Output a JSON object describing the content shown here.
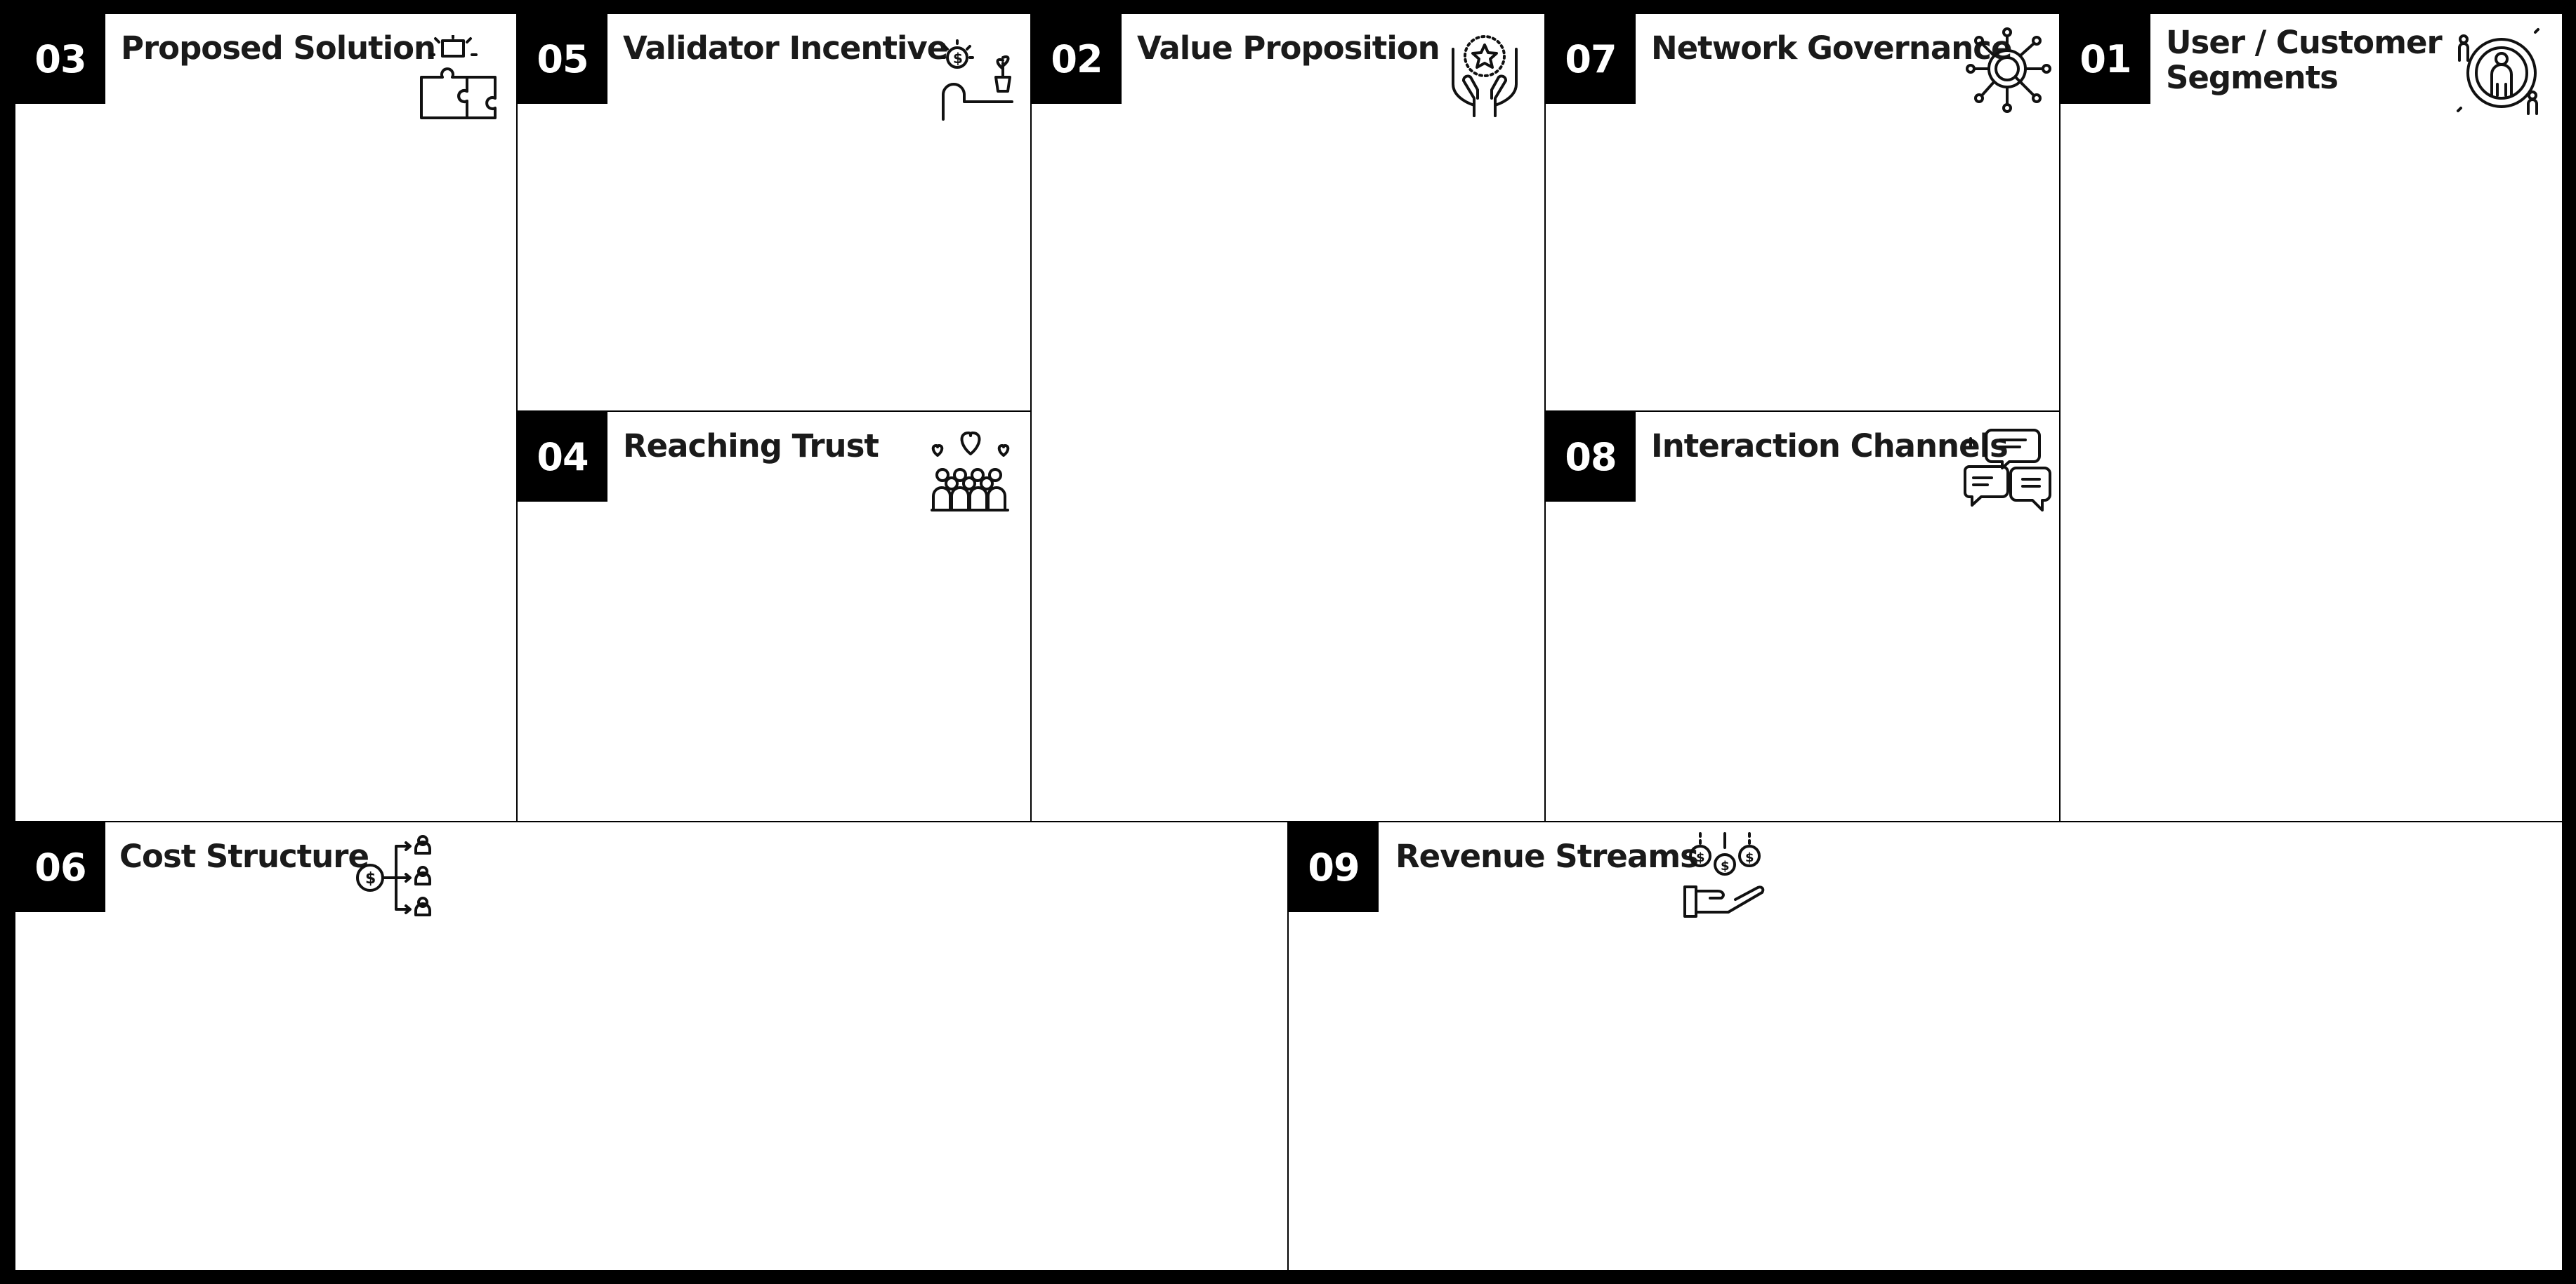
{
  "canvas": {
    "blocks": {
      "proposed_solution": {
        "number": "03",
        "title": "Proposed Solution",
        "icon": "puzzle-icon"
      },
      "validator_incentive": {
        "number": "05",
        "title": "Validator Incentive",
        "icon": "money-plant-person-icon"
      },
      "reaching_trust": {
        "number": "04",
        "title": "Reaching Trust",
        "icon": "crowd-heart-icon"
      },
      "value_proposition": {
        "number": "02",
        "title": "Value Proposition",
        "icon": "hands-star-icon"
      },
      "network_governance": {
        "number": "07",
        "title": "Network Governance",
        "icon": "network-magnifier-icon"
      },
      "interaction_channels": {
        "number": "08",
        "title": "Interaction Channels",
        "icon": "chat-bubbles-icon"
      },
      "user_customer_segments": {
        "number": "01",
        "title": "User / Customer\nSegments",
        "icon": "target-person-icon"
      },
      "cost_structure": {
        "number": "06",
        "title": "Cost Structure",
        "icon": "cost-distribution-icon"
      },
      "revenue_streams": {
        "number": "09",
        "title": "Revenue Streams",
        "icon": "hand-coins-icon"
      }
    },
    "colors": {
      "frame": "#000000",
      "block": "#ffffff",
      "text": "#1a1a1a",
      "badge_text": "#ffffff"
    }
  }
}
